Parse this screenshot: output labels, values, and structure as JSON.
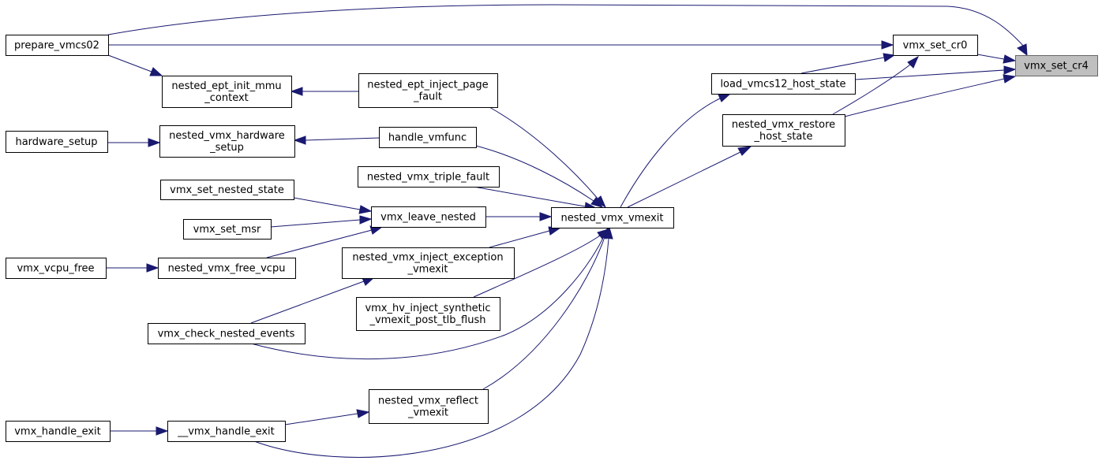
{
  "diagram": {
    "type": "call-graph",
    "colors": {
      "edge": "#191970",
      "root_fill": "#bfbfbf",
      "node_fill": "#ffffff",
      "node_border": "#000000"
    },
    "nodes": [
      {
        "id": "vmx_set_cr4",
        "lines": [
          "vmx_set_cr4"
        ],
        "root": true
      },
      {
        "id": "prepare_vmcs02",
        "lines": [
          "prepare_vmcs02"
        ]
      },
      {
        "id": "vmx_set_cr0",
        "lines": [
          "vmx_set_cr0"
        ]
      },
      {
        "id": "load_vmcs12_host_state",
        "lines": [
          "load_vmcs12_host_state"
        ]
      },
      {
        "id": "nested_vmx_restore_host_state",
        "lines": [
          "nested_vmx_restore",
          "_host_state"
        ]
      },
      {
        "id": "nested_ept_init_mmu_context",
        "lines": [
          "nested_ept_init_mmu",
          "_context"
        ]
      },
      {
        "id": "nested_ept_inject_page_fault",
        "lines": [
          "nested_ept_inject_page",
          "_fault"
        ]
      },
      {
        "id": "hardware_setup",
        "lines": [
          "hardware_setup"
        ]
      },
      {
        "id": "nested_vmx_hardware_setup",
        "lines": [
          "nested_vmx_hardware",
          "_setup"
        ]
      },
      {
        "id": "handle_vmfunc",
        "lines": [
          "handle_vmfunc"
        ]
      },
      {
        "id": "nested_vmx_triple_fault",
        "lines": [
          "nested_vmx_triple_fault"
        ]
      },
      {
        "id": "vmx_set_nested_state",
        "lines": [
          "vmx_set_nested_state"
        ]
      },
      {
        "id": "vmx_leave_nested",
        "lines": [
          "vmx_leave_nested"
        ]
      },
      {
        "id": "nested_vmx_vmexit",
        "lines": [
          "nested_vmx_vmexit"
        ]
      },
      {
        "id": "vmx_set_msr",
        "lines": [
          "vmx_set_msr"
        ]
      },
      {
        "id": "vmx_vcpu_free",
        "lines": [
          "vmx_vcpu_free"
        ]
      },
      {
        "id": "nested_vmx_free_vcpu",
        "lines": [
          "nested_vmx_free_vcpu"
        ]
      },
      {
        "id": "nested_vmx_inject_exception_vmexit",
        "lines": [
          "nested_vmx_inject_exception",
          "_vmexit"
        ]
      },
      {
        "id": "vmx_hv_inject_synthetic_vmexit_post_tlb_flush",
        "lines": [
          "vmx_hv_inject_synthetic",
          "_vmexit_post_tlb_flush"
        ]
      },
      {
        "id": "vmx_check_nested_events",
        "lines": [
          "vmx_check_nested_events"
        ]
      },
      {
        "id": "nested_vmx_reflect_vmexit",
        "lines": [
          "nested_vmx_reflect",
          "_vmexit"
        ]
      },
      {
        "id": "vmx_handle_exit",
        "lines": [
          "vmx_handle_exit"
        ]
      },
      {
        "id": "__vmx_handle_exit",
        "lines": [
          "__vmx_handle_exit"
        ]
      }
    ],
    "edges": [
      {
        "from": "prepare_vmcs02",
        "to": "vmx_set_cr4"
      },
      {
        "from": "prepare_vmcs02",
        "to": "vmx_set_cr0"
      },
      {
        "from": "prepare_vmcs02",
        "to": "nested_ept_init_mmu_context"
      },
      {
        "from": "vmx_set_cr0",
        "to": "vmx_set_cr4"
      },
      {
        "from": "load_vmcs12_host_state",
        "to": "vmx_set_cr4"
      },
      {
        "from": "load_vmcs12_host_state",
        "to": "vmx_set_cr0"
      },
      {
        "from": "nested_vmx_restore_host_state",
        "to": "vmx_set_cr4"
      },
      {
        "from": "nested_vmx_restore_host_state",
        "to": "vmx_set_cr0"
      },
      {
        "from": "nested_ept_inject_page_fault",
        "to": "nested_ept_init_mmu_context"
      },
      {
        "from": "hardware_setup",
        "to": "nested_vmx_hardware_setup"
      },
      {
        "from": "handle_vmfunc",
        "to": "nested_vmx_hardware_setup"
      },
      {
        "from": "vmx_set_nested_state",
        "to": "vmx_leave_nested"
      },
      {
        "from": "vmx_set_msr",
        "to": "vmx_leave_nested"
      },
      {
        "from": "nested_vmx_free_vcpu",
        "to": "vmx_leave_nested"
      },
      {
        "from": "vmx_vcpu_free",
        "to": "nested_vmx_free_vcpu"
      },
      {
        "from": "nested_vmx_vmexit",
        "to": "load_vmcs12_host_state"
      },
      {
        "from": "nested_vmx_vmexit",
        "to": "nested_vmx_restore_host_state"
      },
      {
        "from": "nested_ept_inject_page_fault",
        "to": "nested_vmx_vmexit"
      },
      {
        "from": "handle_vmfunc",
        "to": "nested_vmx_vmexit"
      },
      {
        "from": "nested_vmx_triple_fault",
        "to": "nested_vmx_vmexit"
      },
      {
        "from": "vmx_leave_nested",
        "to": "nested_vmx_vmexit"
      },
      {
        "from": "nested_vmx_inject_exception_vmexit",
        "to": "nested_vmx_vmexit"
      },
      {
        "from": "vmx_hv_inject_synthetic_vmexit_post_tlb_flush",
        "to": "nested_vmx_vmexit"
      },
      {
        "from": "vmx_check_nested_events",
        "to": "nested_vmx_vmexit"
      },
      {
        "from": "vmx_check_nested_events",
        "to": "nested_vmx_inject_exception_vmexit"
      },
      {
        "from": "nested_vmx_reflect_vmexit",
        "to": "nested_vmx_vmexit"
      },
      {
        "from": "__vmx_handle_exit",
        "to": "nested_vmx_vmexit"
      },
      {
        "from": "__vmx_handle_exit",
        "to": "nested_vmx_reflect_vmexit"
      },
      {
        "from": "vmx_handle_exit",
        "to": "__vmx_handle_exit"
      }
    ]
  }
}
